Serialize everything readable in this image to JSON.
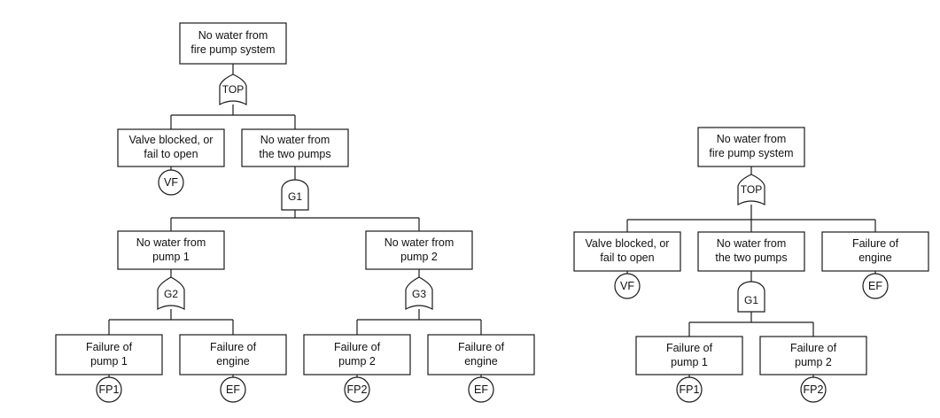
{
  "left_tree": {
    "top": {
      "line1": "No water from",
      "line2": "fire pump system"
    },
    "top_gate": "TOP",
    "valve": {
      "line1": "Valve blocked, or",
      "line2": "fail to open"
    },
    "valve_event": "VF",
    "two_pumps": {
      "line1": "No water from",
      "line2": "the two pumps"
    },
    "g1": "G1",
    "pump1": {
      "line1": "No water from",
      "line2": "pump 1"
    },
    "g2": "G2",
    "pump2": {
      "line1": "No water from",
      "line2": "pump 2"
    },
    "g3": "G3",
    "fail_pump1": {
      "line1": "Failure of",
      "line2": "pump 1"
    },
    "fp1": "FP1",
    "fail_engine_a": {
      "line1": "Failure of",
      "line2": "engine"
    },
    "ef_a": "EF",
    "fail_pump2": {
      "line1": "Failure of",
      "line2": "pump 2"
    },
    "fp2": "FP2",
    "fail_engine_b": {
      "line1": "Failure of",
      "line2": "engine"
    },
    "ef_b": "EF"
  },
  "right_tree": {
    "top": {
      "line1": "No water from",
      "line2": "fire pump system"
    },
    "top_gate": "TOP",
    "valve": {
      "line1": "Valve blocked, or",
      "line2": "fail to open"
    },
    "valve_event": "VF",
    "two_pumps": {
      "line1": "No water from",
      "line2": "the two pumps"
    },
    "g1": "G1",
    "engine": {
      "line1": "Failure of",
      "line2": "engine"
    },
    "ef": "EF",
    "fail_pump1": {
      "line1": "Failure of",
      "line2": "pump 1"
    },
    "fp1": "FP1",
    "fail_pump2": {
      "line1": "Failure of",
      "line2": "pump 2"
    },
    "fp2": "FP2"
  }
}
